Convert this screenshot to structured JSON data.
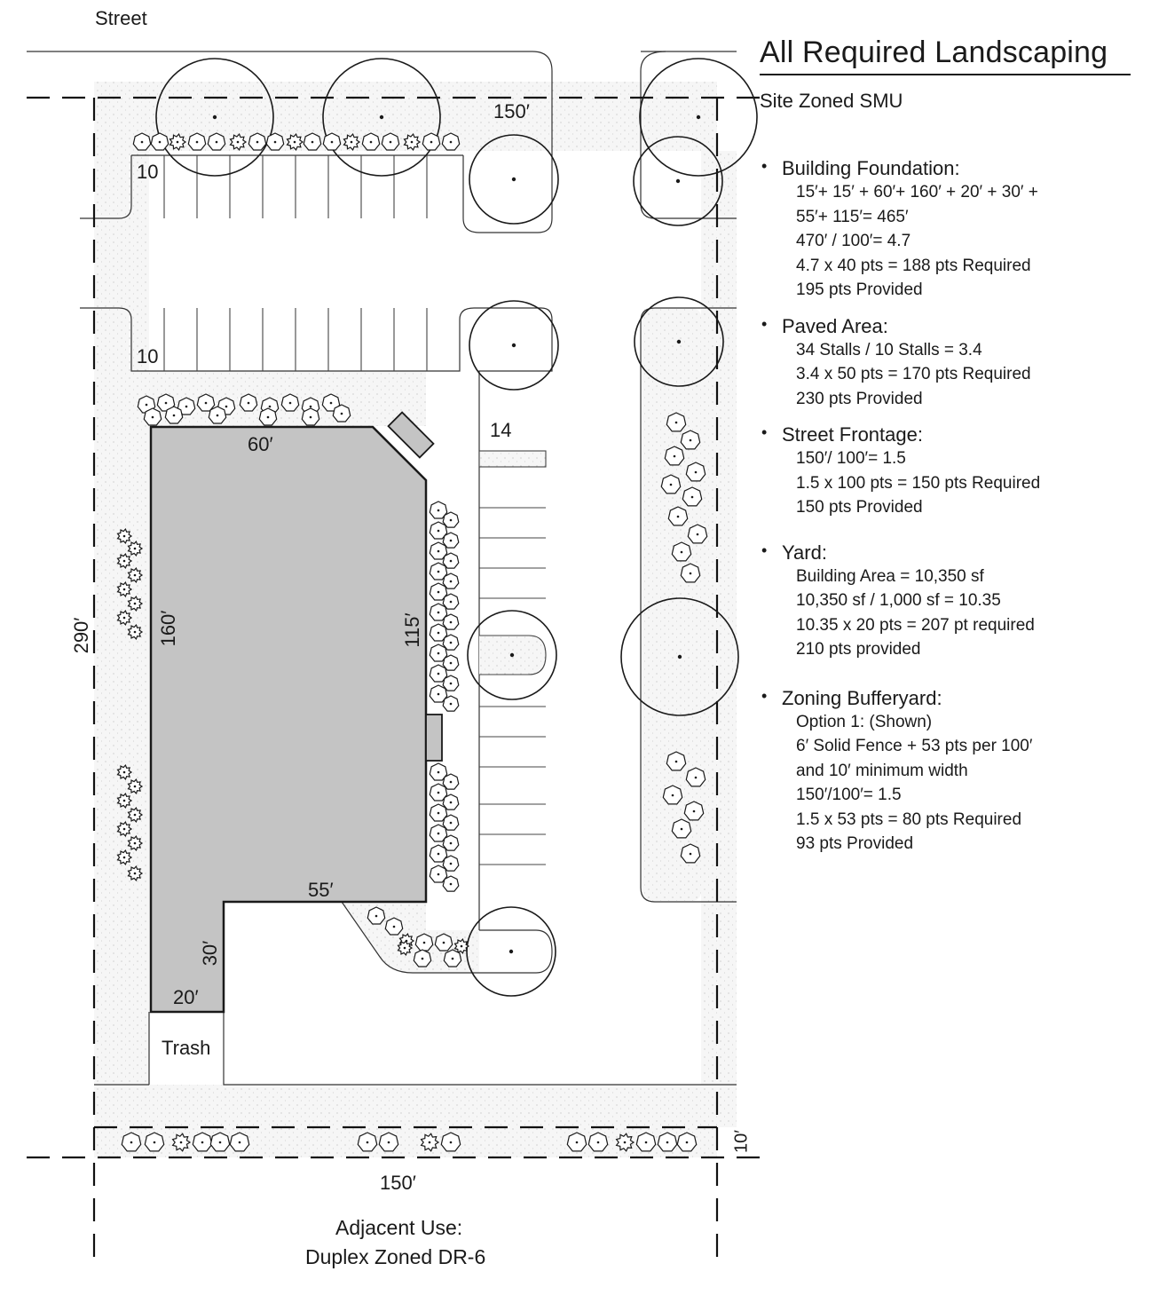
{
  "title": "All Required Landscaping",
  "zoning": "Site Zoned SMU",
  "sections": [
    {
      "heading": "Building Foundation:",
      "lines": [
        "15′+ 15′ + 60′+ 160′ + 20′ + 30′ +",
        "55′+ 115′= 465′",
        "470′ / 100′= 4.7",
        "4.7 x 40 pts = 188 pts Required",
        "195 pts Provided"
      ]
    },
    {
      "heading": "Paved Area:",
      "lines": [
        "34 Stalls / 10 Stalls = 3.4",
        "3.4 x 50 pts = 170 pts Required",
        "230 pts Provided"
      ]
    },
    {
      "heading": "Street Frontage:",
      "lines": [
        "150′/ 100′= 1.5",
        "1.5 x 100 pts = 150 pts Required",
        "150 pts Provided"
      ]
    },
    {
      "heading": "Yard:",
      "lines": [
        "Building Area = 10,350 sf",
        "10,350 sf / 1,000 sf = 10.35",
        "10.35 x 20 pts = 207 pt required",
        "210 pts provided"
      ]
    },
    {
      "heading": "Zoning Bufferyard:",
      "lines": [
        "Option 1: (Shown)",
        "6′ Solid Fence + 53 pts per 100′",
        "and 10′ minimum width",
        "150′/100′= 1.5",
        "1.5 x 53 pts = 80 pts Required",
        "93 pts Provided"
      ]
    }
  ],
  "plan": {
    "street": "Street",
    "dim_top": "150′",
    "dim_bottom": "150′",
    "dim_left": "290′",
    "dim_buffer": "10′",
    "stalls_row1": "10",
    "stalls_row2": "10",
    "stalls_right": "14",
    "bldg_60": "60′",
    "bldg_160": "160′",
    "bldg_115": "115′",
    "bldg_55": "55′",
    "bldg_30": "30′",
    "bldg_20": "20′",
    "trash": "Trash",
    "adjacent_label": "Adjacent Use:",
    "adjacent_value": "Duplex Zoned DR-6"
  }
}
